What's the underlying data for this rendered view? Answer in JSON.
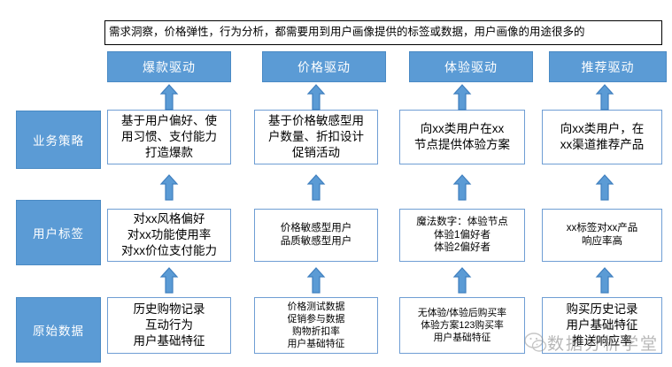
{
  "banner": {
    "text": "需求洞察，价格弹性，行为分析，都需要用到用户画像提供的标签或数据，用户画像的用途很多的"
  },
  "colors": {
    "accent_blue": "#5B9BD5",
    "accent_blue_border": "#4a8ac4",
    "cell_border": "#6f9ed4",
    "banner_border": "#000000",
    "text": "#000000",
    "header_text": "#ffffff"
  },
  "columns": [
    {
      "id": "col-baokuan",
      "header": "爆款驱动"
    },
    {
      "id": "col-jiage",
      "header": "价格驱动"
    },
    {
      "id": "col-tiyan",
      "header": "体验驱动"
    },
    {
      "id": "col-tuijian",
      "header": "推荐驱动"
    }
  ],
  "rows": [
    {
      "id": "row-business-strategy",
      "label": "业务策略"
    },
    {
      "id": "row-user-tags",
      "label": "用户标签"
    },
    {
      "id": "row-raw-data",
      "label": "原始数据"
    }
  ],
  "cells": {
    "r1c1": "基于用户偏好、使\n用习惯、支付能力\n打造爆款",
    "r1c2": "基于价格敏感型用\n户数量、折扣设计\n促销活动",
    "r1c3": "向xx类用户在xx\n节点提供体验方案",
    "r1c4": "向xx类用户，在\nxx渠道推荐产品",
    "r2c1": "对xx风格偏好\n对xx功能使用率\n对xx价位支付能力",
    "r2c2": "价格敏感型用户\n品质敏感型用户",
    "r2c3": "魔法数字：体验节点\n体验1偏好者\n体验2偏好者",
    "r2c4": "xx标签对xx产品\n响应率高",
    "r3c1": "历史购物记录\n互动行为\n用户基础特征",
    "r3c2": "价格测试数据\n促销参与数据\n购物折扣率\n用户基础特征",
    "r3c3": "无体验/体验后购买率\n体验方案123购买率\n用户基础特征",
    "r3c4": "购买历史记录\n用户基础特征\n推送响应率"
  },
  "arrows": {
    "icon": "arrow-up-icon",
    "count": 12,
    "direction": "up"
  },
  "watermark": {
    "text": "数据分析学堂",
    "icon": "wechat-logo-icon"
  }
}
